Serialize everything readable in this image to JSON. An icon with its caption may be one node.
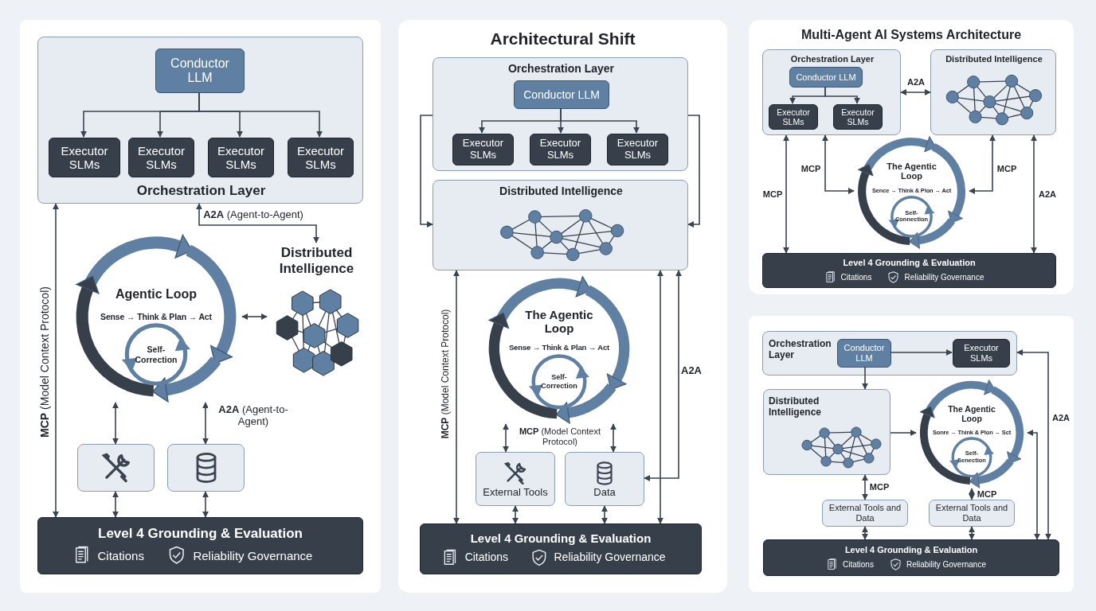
{
  "diagram": {
    "nodes": [
      {
        "text": [],
        "shape": "box"
      },
      {
        "text": [
          "Orchestration Layer"
        ],
        "in": 0
      },
      {
        "text": [
          "Conductor LLM"
        ],
        "in": 1
      },
      {
        "text": [
          "Executor SLMs"
        ],
        "in": 1
      },
      {
        "text": [
          "Executor SLMs"
        ],
        "in": 1
      },
      {
        "text": [
          "Executor SLMs"
        ],
        "in": 1
      },
      {
        "text": [
          "Executor SLMs"
        ],
        "in": 1
      },
      {
        "text": [
          "Distributed Intelligence"
        ],
        "in": 0
      },
      {
        "text": [
          "Agentic Loop",
          "Sense → Think & Plan → Act",
          "Self-Correction"
        ],
        "in": 0
      },
      {
        "text": [],
        "shape": "box",
        "in": 0
      },
      {
        "text": [],
        "shape": "box",
        "in": 0
      },
      {
        "text": [
          "Level 4 Grounding & Evaluation",
          "Citations",
          "Reliability Governance"
        ],
        "in": 0
      },
      {
        "text": [
          "Architectural Shift"
        ]
      },
      {
        "text": [
          "Orchestration Layer"
        ],
        "in": 12
      },
      {
        "text": [
          "Conductor LLM"
        ],
        "in": 13
      },
      {
        "text": [
          "Executor SLMs"
        ],
        "in": 13
      },
      {
        "text": [
          "Executor SLMs"
        ],
        "in": 13
      },
      {
        "text": [
          "Executor SLMs"
        ],
        "in": 13
      },
      {
        "text": [
          "Distributed Intelligence"
        ],
        "in": 12
      },
      {
        "text": [
          "The Agentic Loop",
          "Sense → Think & Plan → Act",
          "Self-Correction"
        ],
        "in": 12
      },
      {
        "text": [
          "External Tools"
        ],
        "in": 12
      },
      {
        "text": [
          "Data"
        ],
        "in": 12
      },
      {
        "text": [
          "Level 4 Grounding & Evaluation",
          "Citations",
          "Reliability Governance"
        ],
        "in": 12
      },
      {
        "text": [
          "Multi-Agent AI Systems Architecture"
        ]
      },
      {
        "text": [
          "Orchestration Layer"
        ],
        "in": 23
      },
      {
        "text": [
          "Conductor LLM"
        ],
        "in": 24
      },
      {
        "text": [
          "Executor SLMs"
        ],
        "in": 24
      },
      {
        "text": [
          "Executor SLMs"
        ],
        "in": 24
      },
      {
        "text": [
          "Distributed Intelligence"
        ],
        "in": 23
      },
      {
        "text": [
          "The Agentic Loop",
          "Sence → Think & Plon → Act",
          "Self-Connection"
        ],
        "in": 23
      },
      {
        "text": [
          "Level 4 Grounding & Evaluation",
          "Citations",
          "Reliability Governance"
        ],
        "in": 23
      },
      {
        "text": [],
        "shape": "box"
      },
      {
        "text": [
          "Orchestration Layer"
        ],
        "in": 31
      },
      {
        "text": [
          "Conductor LLM"
        ],
        "in": 32
      },
      {
        "text": [
          "Executor SLMs"
        ],
        "in": 32
      },
      {
        "text": [
          "Distributed Intelligence"
        ],
        "in": 31
      },
      {
        "text": [
          "The Agentic Loop",
          "Sonre → Think & Plon → Sct",
          "Self-Senection"
        ],
        "in": 31
      },
      {
        "text": [
          "External Tools and Data"
        ],
        "in": 31
      },
      {
        "text": [
          "External Tools and Data"
        ],
        "in": 31
      },
      {
        "text": [
          "Level 4 Grounding & Evaluation",
          "Citations",
          "Reliability Governance"
        ],
        "in": 31
      }
    ],
    "edges": [
      {
        "from": 2,
        "to": 3,
        "arrow": "to"
      },
      {
        "from": 2,
        "to": 4,
        "arrow": "to"
      },
      {
        "from": 2,
        "to": 5,
        "arrow": "to"
      },
      {
        "from": 2,
        "to": 6,
        "arrow": "to"
      },
      {
        "from": 1,
        "to": 7,
        "arrow": "both",
        "label": "**A2A** (Agent-to-Agent)"
      },
      {
        "from": 1,
        "to": 11,
        "arrow": "both",
        "label": "**MCP** (Model Context Protocol)"
      },
      {
        "from": 8,
        "to": 7,
        "arrow": "both"
      },
      {
        "from": 8,
        "to": 9,
        "arrow": "both"
      },
      {
        "from": 8,
        "to": 10,
        "arrow": "both",
        "label": "**A2A** (Agent-to-Agent)"
      },
      {
        "from": 9,
        "to": 11,
        "arrow": "both"
      },
      {
        "from": 10,
        "to": 11,
        "arrow": "both"
      },
      {
        "from": 14,
        "to": 15,
        "arrow": "to"
      },
      {
        "from": 14,
        "to": 16,
        "arrow": "to"
      },
      {
        "from": 14,
        "to": 17,
        "arrow": "to"
      },
      {
        "from": 13,
        "to": 18,
        "arrow": "to"
      },
      {
        "from": 13,
        "to": 18,
        "arrow": "to"
      },
      {
        "from": 18,
        "to": 22,
        "arrow": "both",
        "label": "**MCP** (Model Context Protocol)"
      },
      {
        "from": 19,
        "to": 20,
        "arrow": "both",
        "label": "**MCP** (Model Context Protocol)"
      },
      {
        "from": 19,
        "to": 21,
        "arrow": "both"
      },
      {
        "from": 18,
        "to": 22,
        "arrow": "both"
      },
      {
        "from": 18,
        "to": 21,
        "arrow": "both",
        "label": "A2A"
      },
      {
        "from": 20,
        "to": 22,
        "arrow": "both"
      },
      {
        "from": 21,
        "to": 22,
        "arrow": "both"
      },
      {
        "from": 25,
        "to": 26,
        "arrow": "to"
      },
      {
        "from": 25,
        "to": 27,
        "arrow": "to"
      },
      {
        "from": 24,
        "to": 28,
        "arrow": "both",
        "label": "A2A"
      },
      {
        "from": 24,
        "to": 30,
        "arrow": "both",
        "label": "MCP"
      },
      {
        "from": 24,
        "to": 29,
        "arrow": "both",
        "label": "MCP"
      },
      {
        "from": 28,
        "to": 29,
        "arrow": "both",
        "label": "MCP"
      },
      {
        "from": 28,
        "to": 30,
        "arrow": "both",
        "label": "A2A"
      },
      {
        "from": 33,
        "to": 34,
        "arrow": "to"
      },
      {
        "from": 33,
        "to": 35,
        "arrow": "to"
      },
      {
        "from": 35,
        "to": 36,
        "arrow": "to"
      },
      {
        "from": 35,
        "to": 37,
        "arrow": "both",
        "label": "MCP"
      },
      {
        "from": 36,
        "to": 38,
        "arrow": "both",
        "label": "MCP"
      },
      {
        "from": 37,
        "to": 39,
        "arrow": "both"
      },
      {
        "from": 38,
        "to": 39,
        "arrow": "both"
      },
      {
        "from": 39,
        "to": 36,
        "arrow": "both"
      },
      {
        "from": 39,
        "to": 32,
        "arrow": "both",
        "label": "A2A"
      }
    ]
  }
}
